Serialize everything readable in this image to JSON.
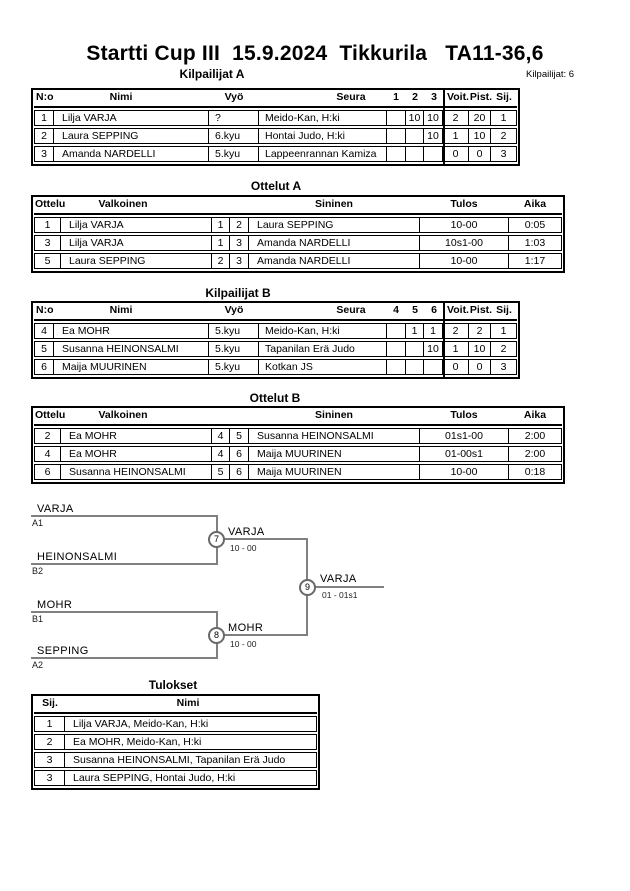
{
  "page": {
    "title": "Startti Cup III  15.9.2024  Tikkurila   TA11-36,6",
    "competitors_label": "Kilpailijat: 6"
  },
  "kilpailijat_a": {
    "title": "Kilpailijat A",
    "headers": [
      "N:o",
      "Nimi",
      "Vyö",
      "Seura",
      "1",
      "2",
      "3",
      "Voit.",
      "Pist.",
      "Sij."
    ],
    "rows": [
      [
        "1",
        "Lilja VARJA",
        "?",
        "Meido-Kan, H:ki",
        "",
        "10",
        "10",
        "2",
        "20",
        "1"
      ],
      [
        "2",
        "Laura SEPPING",
        "6.kyu",
        "Hontai Judo, H:ki",
        "",
        "",
        "10",
        "1",
        "10",
        "2"
      ],
      [
        "3",
        "Amanda NARDELLI",
        "5.kyu",
        "Lappeenrannan Kamiza",
        "",
        "",
        "",
        "0",
        "0",
        "3"
      ]
    ]
  },
  "ottelut_a": {
    "title": "Ottelut A",
    "headers": [
      "Ottelu",
      "Valkoinen",
      "Sininen",
      "Tulos",
      "Aika"
    ],
    "rows": [
      [
        "1",
        "Lilja VARJA",
        "1",
        "2",
        "Laura SEPPING",
        "10-00",
        "0:05"
      ],
      [
        "3",
        "Lilja VARJA",
        "1",
        "3",
        "Amanda NARDELLI",
        "10s1-00",
        "1:03"
      ],
      [
        "5",
        "Laura SEPPING",
        "2",
        "3",
        "Amanda NARDELLI",
        "10-00",
        "1:17"
      ]
    ]
  },
  "kilpailijat_b": {
    "title": "Kilpailijat B",
    "headers": [
      "N:o",
      "Nimi",
      "Vyö",
      "Seura",
      "4",
      "5",
      "6",
      "Voit.",
      "Pist.",
      "Sij."
    ],
    "rows": [
      [
        "4",
        "Ea MOHR",
        "5.kyu",
        "Meido-Kan, H:ki",
        "",
        "1",
        "1",
        "2",
        "2",
        "1"
      ],
      [
        "5",
        "Susanna HEINONSALMI",
        "5.kyu",
        "Tapanilan Erä Judo",
        "",
        "",
        "10",
        "1",
        "10",
        "2"
      ],
      [
        "6",
        "Maija MUURINEN",
        "5.kyu",
        "Kotkan JS",
        "",
        "",
        "",
        "0",
        "0",
        "3"
      ]
    ]
  },
  "ottelut_b": {
    "title": "Ottelut B",
    "headers": [
      "Ottelu",
      "Valkoinen",
      "Sininen",
      "Tulos",
      "Aika"
    ],
    "rows": [
      [
        "2",
        "Ea MOHR",
        "4",
        "5",
        "Susanna HEINONSALMI",
        "01s1-00",
        "2:00"
      ],
      [
        "4",
        "Ea MOHR",
        "4",
        "6",
        "Maija MUURINEN",
        "01-00s1",
        "2:00"
      ],
      [
        "6",
        "Susanna HEINONSALMI",
        "5",
        "6",
        "Maija MUURINEN",
        "10-00",
        "0:18"
      ]
    ]
  },
  "bracket": {
    "semi_top": {
      "player1": "VARJA",
      "seed1": "A1",
      "player2": "HEINONSALMI",
      "seed2": "B2",
      "match": "7",
      "winner": "VARJA",
      "score": "10 - 00"
    },
    "semi_bottom": {
      "player1": "MOHR",
      "seed1": "B1",
      "player2": "SEPPING",
      "seed2": "A2",
      "match": "8",
      "winner": "MOHR",
      "score": "10 - 00"
    },
    "final": {
      "match": "9",
      "winner": "VARJA",
      "score": "01 - 01s1"
    }
  },
  "tulokset": {
    "title": "Tulokset",
    "headers": [
      "Sij.",
      "Nimi"
    ],
    "rows": [
      [
        "1",
        "Lilja VARJA, Meido-Kan, H:ki"
      ],
      [
        "2",
        "Ea MOHR, Meido-Kan, H:ki"
      ],
      [
        "3",
        "Susanna HEINONSALMI, Tapanilan Erä Judo"
      ],
      [
        "3",
        "Laura SEPPING, Hontai Judo, H:ki"
      ]
    ]
  },
  "colors": {
    "line_gray": "#808080",
    "text": "#000000",
    "background": "#ffffff"
  }
}
